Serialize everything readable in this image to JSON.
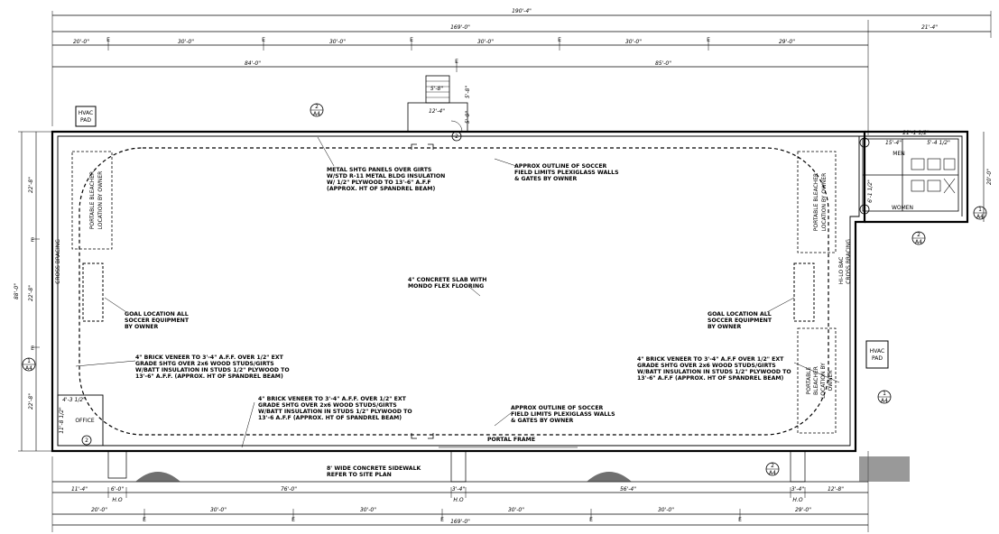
{
  "dims": {
    "overall_top": "190'-4\"",
    "left_extent": "169'-0\"",
    "right_extent": "21'-4\"",
    "top_segments": [
      "20'-0\"",
      "30'-0\"",
      "30'-0\"",
      "30'-0\"",
      "30'-0\"",
      "29'-0\""
    ],
    "top_mid_left": "84'-0\"",
    "top_mid_right": "85'-0\"",
    "bottom_segments_a": [
      "11'-4\"",
      "6'-0\"",
      "76'-0\"",
      "3'-4\"",
      "56'-4\"",
      "3'-4\"",
      "12'-8\""
    ],
    "bottom_segments_b": [
      "20'-0\"",
      "30'-0\"",
      "30'-0\"",
      "30'-0\"",
      "30'-0\"",
      "29'-0\""
    ],
    "bottom_total": "169'-0\"",
    "ho": "H.O",
    "left_total": "88'-0\"",
    "left_segments": [
      "22'-8\"",
      "22'-8\"",
      "22'-8\""
    ],
    "right_side": "20'-0\"",
    "stair_a": "5'-8\"",
    "stair_b": "12'-4\"",
    "stair_c": "5'-0\"",
    "restroom_a": "21'-1 1/2\"",
    "restroom_b": "15'-4\"",
    "restroom_c": "5'-4 1/2\"",
    "restroom_v": "6'-1 1/2\"",
    "office_w": "4'-3 1/2\"",
    "office_h": "11'-8 1/2\""
  },
  "grid_marker": "E",
  "labels": {
    "hvac_pad": [
      "HVAC",
      "PAD"
    ],
    "office": "OFFICE",
    "men": "MEN",
    "women": "WOMEN",
    "portal_frame": "PORTAL FRAME",
    "sidewalk": [
      "8' WIDE CONCRETE SIDEWALK",
      "REFER TO SITE PLAN"
    ],
    "bleacher_left": [
      "PORTABLE BLEACHER",
      "LOCATION BY OWNER"
    ],
    "bleacher_right_top": [
      "PORTABLE BLEACHER",
      "LOCATION BY OWNER"
    ],
    "bleacher_right_bottom": [
      "PORTABLE",
      "BLEACHER",
      "LOCATION BY",
      "OWNER"
    ],
    "cross_bracing": "CROSS BRACING",
    "hi_lo": "HI-LO BAC",
    "metal_note": [
      "METAL SHTG PANELS OVER GIRTS",
      "W/STD R-11 METAL BLDG INSULATION",
      "W/ 1/2\" PLYWOOD TO 13'-6\" A.F.F",
      "(APPROX. HT OF SPANDREL BEAM)"
    ],
    "soccer_top": [
      "APPROX OUTLINE OF SOCCER",
      "FIELD LIMITS PLEXIGLASS WALLS",
      "& GATES BY OWNER"
    ],
    "soccer_bottom": [
      "APPROX OUTLINE OF SOCCER",
      "FIELD LIMITS PLEXIGLASS WALLS",
      "& GATES BY OWNER"
    ],
    "slab": [
      "4\" CONCRETE SLAB WITH",
      "MONDO FLEX FLOORING"
    ],
    "goal_left": [
      "GOAL LOCATION ALL",
      "SOCCER EQUIPMENT",
      "BY OWNER"
    ],
    "goal_right": [
      "GOAL LOCATION ALL",
      "SOCCER EQUIPMENT",
      "BY OWNER"
    ],
    "brick_left": [
      "4\" BRICK VENEER TO 3'-4\" A.F.F. OVER 1/2\" EXT",
      "GRADE SHTG OVER 2x6 WOOD STUDS/GIRTS",
      "W/BATT INSULATION IN STUDS 1/2\" PLYWOOD TO",
      "13'-6\" A.F.F. (APPROX. HT OF SPANDREL BEAM)"
    ],
    "brick_bottom": [
      "4\" BRICK VENEER TO 3'-4\" A.F.F. OVER 1/2\" EXT",
      "GRADE SHTG OVER 2x6 WOOD STUDS/GIRTS",
      "W/BATT INSULATION IN STUDS 1/2\" PLYWOOD TO",
      "13'-6 A.F.F (APPROX. HT OF SPANDREL BEAM)"
    ],
    "brick_right": [
      "4\" BRICK VENEER TO 3'-4\" A.F.F OVER 1/2\" EXT",
      "GRADE SHTG OVER 2x6 WOOD STUDS/GIRTS",
      "W/BATT INSULATION IN STUDS 1/2\" PLYWOOD TO",
      "13'-6\" A.F.F (APPROX. HT OF SPANDREL BEAM)"
    ]
  },
  "callouts": {
    "num": "1",
    "num2": "2",
    "sheet": "A4"
  }
}
